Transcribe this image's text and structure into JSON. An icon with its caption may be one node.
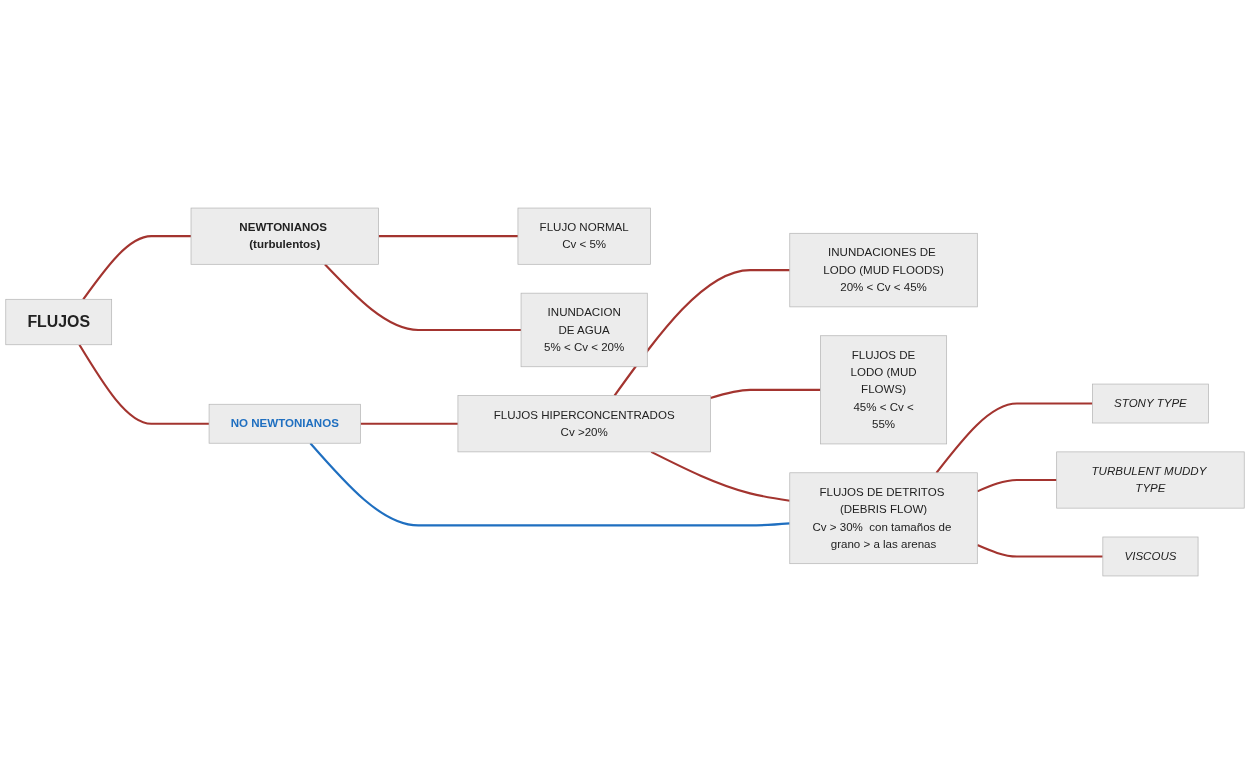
{
  "diagram": {
    "nodes": [
      {
        "text": [
          "FLUJOS"
        ]
      },
      {
        "text": [
          "NEWTONIANOS (turbulentos)"
        ]
      },
      {
        "text": [
          "FLUJO NORMAL",
          "Cv < 5%"
        ]
      },
      {
        "text": [
          "INUNDACION DE AGUA",
          "5% < Cv < 20%"
        ]
      },
      {
        "text": [
          "NO NEWTONIANOS"
        ]
      },
      {
        "text": [
          "FLUJOS HIPERCONCENTRADOS",
          "Cv >20%"
        ]
      },
      {
        "text": [
          "INUNDACIONES DE LODO (MUD FLOODS)",
          "20% < Cv < 45%"
        ]
      },
      {
        "text": [
          "FLUJOS DE LODO (MUD FLOWS)",
          "45% < Cv < 55%"
        ]
      },
      {
        "text": [
          "FLUJOS DE DETRITOS (DEBRIS FLOW)",
          "Cv > 30%  con tamaños de grano > a las arenas"
        ]
      },
      {
        "text": [
          "STONY TYPE"
        ]
      },
      {
        "text": [
          "TURBULENT MUDDY TYPE"
        ]
      },
      {
        "text": [
          "VISCOUS"
        ]
      }
    ],
    "edges": [
      {
        "from": 0,
        "to": 1,
        "arrow": "none"
      },
      {
        "from": 0,
        "to": 4,
        "arrow": "none"
      },
      {
        "from": 1,
        "to": 2,
        "arrow": "none"
      },
      {
        "from": 1,
        "to": 3,
        "arrow": "none"
      },
      {
        "from": 4,
        "to": 5,
        "arrow": "none"
      },
      {
        "from": 5,
        "to": 6,
        "arrow": "none"
      },
      {
        "from": 5,
        "to": 7,
        "arrow": "none"
      },
      {
        "from": 5,
        "to": 8,
        "arrow": "none"
      },
      {
        "from": 4,
        "to": 8,
        "arrow": "none",
        "color": "#1f6fc0"
      },
      {
        "from": 8,
        "to": 9,
        "arrow": "none"
      },
      {
        "from": 8,
        "to": 10,
        "arrow": "none"
      },
      {
        "from": 8,
        "to": 11,
        "arrow": "none"
      }
    ]
  }
}
